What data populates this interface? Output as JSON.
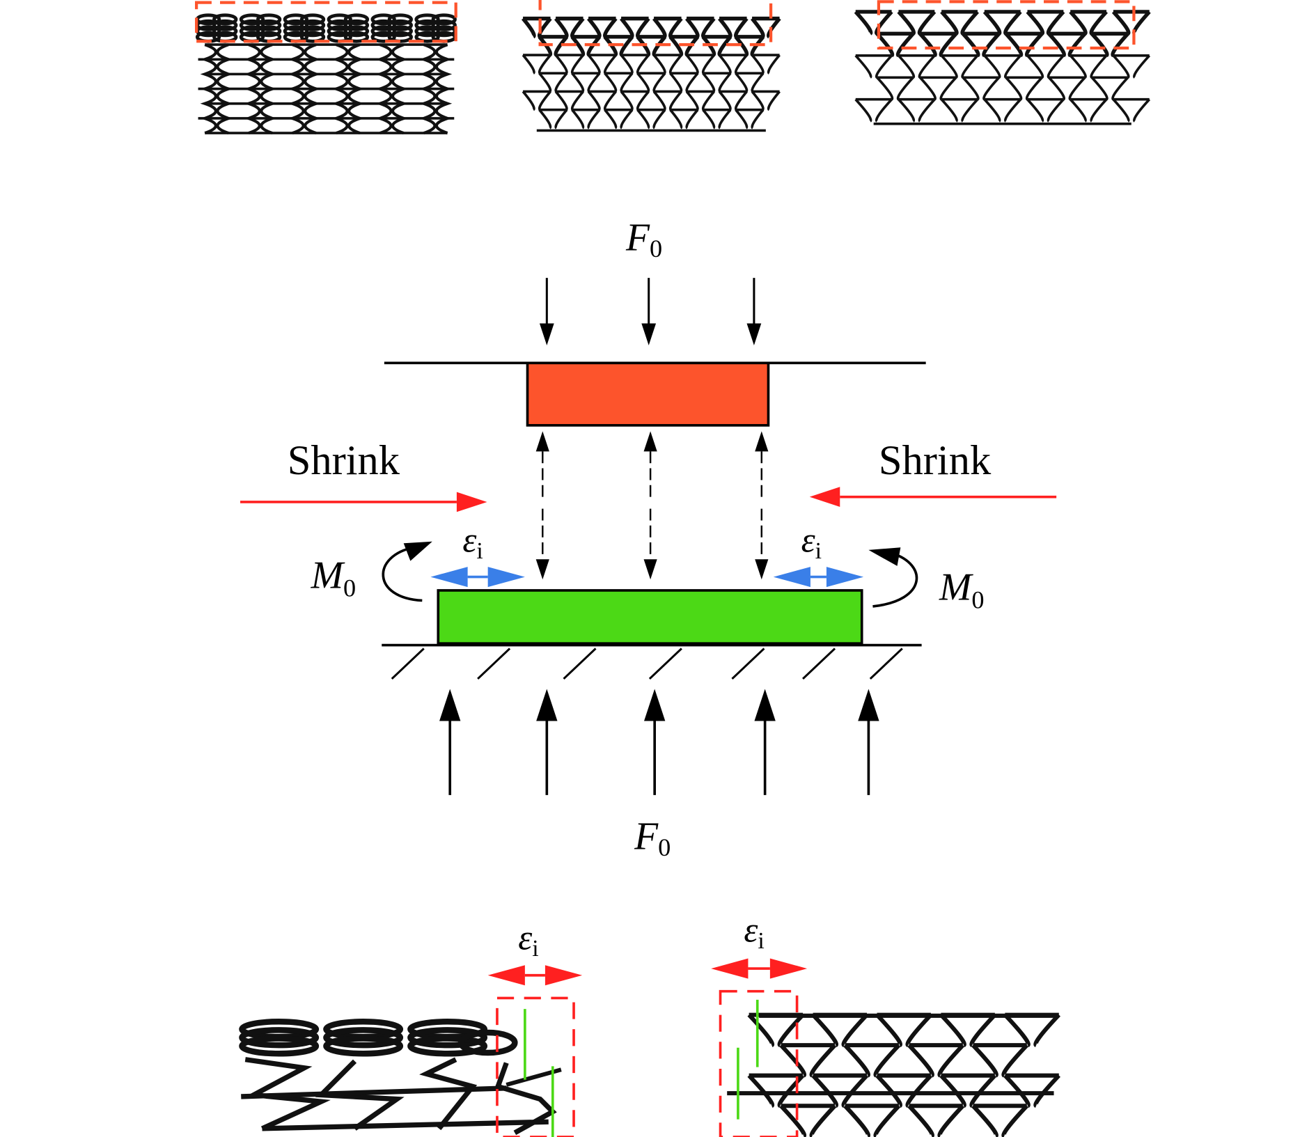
{
  "figure": {
    "top_panels": [
      {
        "name": "panel-reentrant-spring",
        "structure": "sinusoidal-spring-lattice",
        "highlight": "compressed top layer"
      },
      {
        "name": "panel-anvil-lattice-a",
        "structure": "anvil-shaped-lattice",
        "highlight": "compressed top layer"
      },
      {
        "name": "panel-anvil-lattice-b",
        "structure": "anvil-shaped-lattice",
        "highlight": "compressed top layer"
      }
    ],
    "labels": {
      "force_top": {
        "main": "F",
        "sub": "0"
      },
      "force_bottom": {
        "main": "F",
        "sub": "0"
      },
      "shrink_left": "Shrink",
      "shrink_right": "Shrink",
      "moment_left": {
        "main": "M",
        "sub": "0"
      },
      "moment_right": {
        "main": "M",
        "sub": "0"
      },
      "strain_left": {
        "main": "ε",
        "sub": "i"
      },
      "strain_right": {
        "main": "ε",
        "sub": "i"
      },
      "strain_detail_left": {
        "main": "ε",
        "sub": "i"
      },
      "strain_detail_right": {
        "main": "ε",
        "sub": "i"
      }
    },
    "colors": {
      "indenter": "#fd542c",
      "substrate_layer": "#4cd916",
      "strain_arrow": "#3a7fe8",
      "shrink_arrow": "#ff2020",
      "highlight_box_top": "#fd542c",
      "highlight_box_bottom": "#ff2020",
      "reference_line": "#4cd916",
      "ink": "#000000"
    },
    "bottom_panels": [
      {
        "name": "detail-spring-edge",
        "structure": "sinusoidal-spring-lattice"
      },
      {
        "name": "detail-anvil-edge",
        "structure": "anvil-shaped-lattice"
      }
    ]
  }
}
